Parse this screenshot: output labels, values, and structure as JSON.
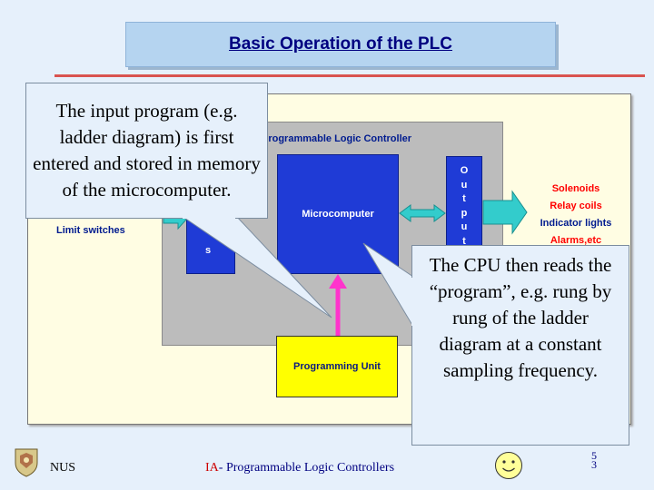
{
  "slide": {
    "title": "Basic Operation of the PLC"
  },
  "diagram": {
    "plc_label": "Programmable Logic Controller",
    "microcomputer_label": "Microcomputer",
    "programming_unit_label": "Programming Unit",
    "input_visible_letter": "s",
    "output_letters": [
      "O",
      "u",
      "t",
      "p",
      "u",
      "t"
    ],
    "input_device_visible": "Limit switches",
    "output_devices": [
      "Solenoids",
      "Relay coils",
      "Indicator lights",
      "Alarms,etc"
    ],
    "colors": {
      "module_blue": "#1f3bd6",
      "plc_gray": "#bcbcbc",
      "programming_yellow": "#ffff00",
      "arrow_cyan": "#33cccc",
      "arrow_magenta": "#ff33cc",
      "device_red": "#ff0000",
      "label_navy": "#001b8f"
    }
  },
  "callouts": {
    "left_text": "The input program (e.g. ladder diagram) is first entered and stored in memory of the microcomputer.",
    "right_text": "The CPU then reads the “program”, e.g. rung by rung of the ladder diagram at a constant sampling frequency."
  },
  "footer": {
    "org": "NUS",
    "course_prefix": "IA",
    "course_rest": "- Programmable Logic Controllers",
    "page_digits": [
      "5",
      "3"
    ],
    "icons": [
      "crest-logo-icon",
      "smiley-face-icon"
    ]
  }
}
